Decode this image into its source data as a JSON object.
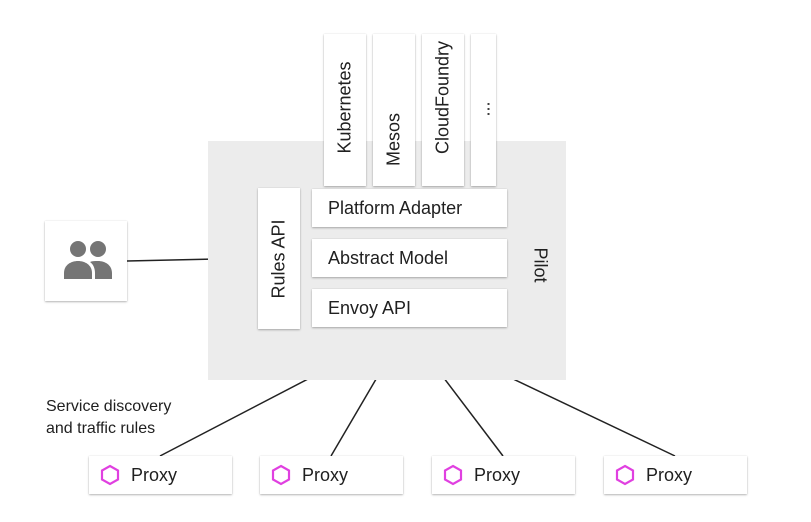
{
  "platforms": [
    "Kubernetes",
    "Mesos",
    "CloudFoundry",
    "..."
  ],
  "pilot_label": "Pilot",
  "rules_api_label": "Rules API",
  "layers": {
    "platform_adapter": "Platform Adapter",
    "abstract_model": "Abstract Model",
    "envoy_api": "Envoy API"
  },
  "caption": {
    "line1": "Service discovery",
    "line2": "and traffic rules"
  },
  "proxies": [
    "Proxy",
    "Proxy",
    "Proxy",
    "Proxy"
  ],
  "icons": {
    "users": "users-icon",
    "proxy": "hexagon-icon"
  },
  "colors": {
    "pilot_background": "#ececec",
    "proxy_hexagon": "#e040e0",
    "users_icon": "#757575"
  }
}
